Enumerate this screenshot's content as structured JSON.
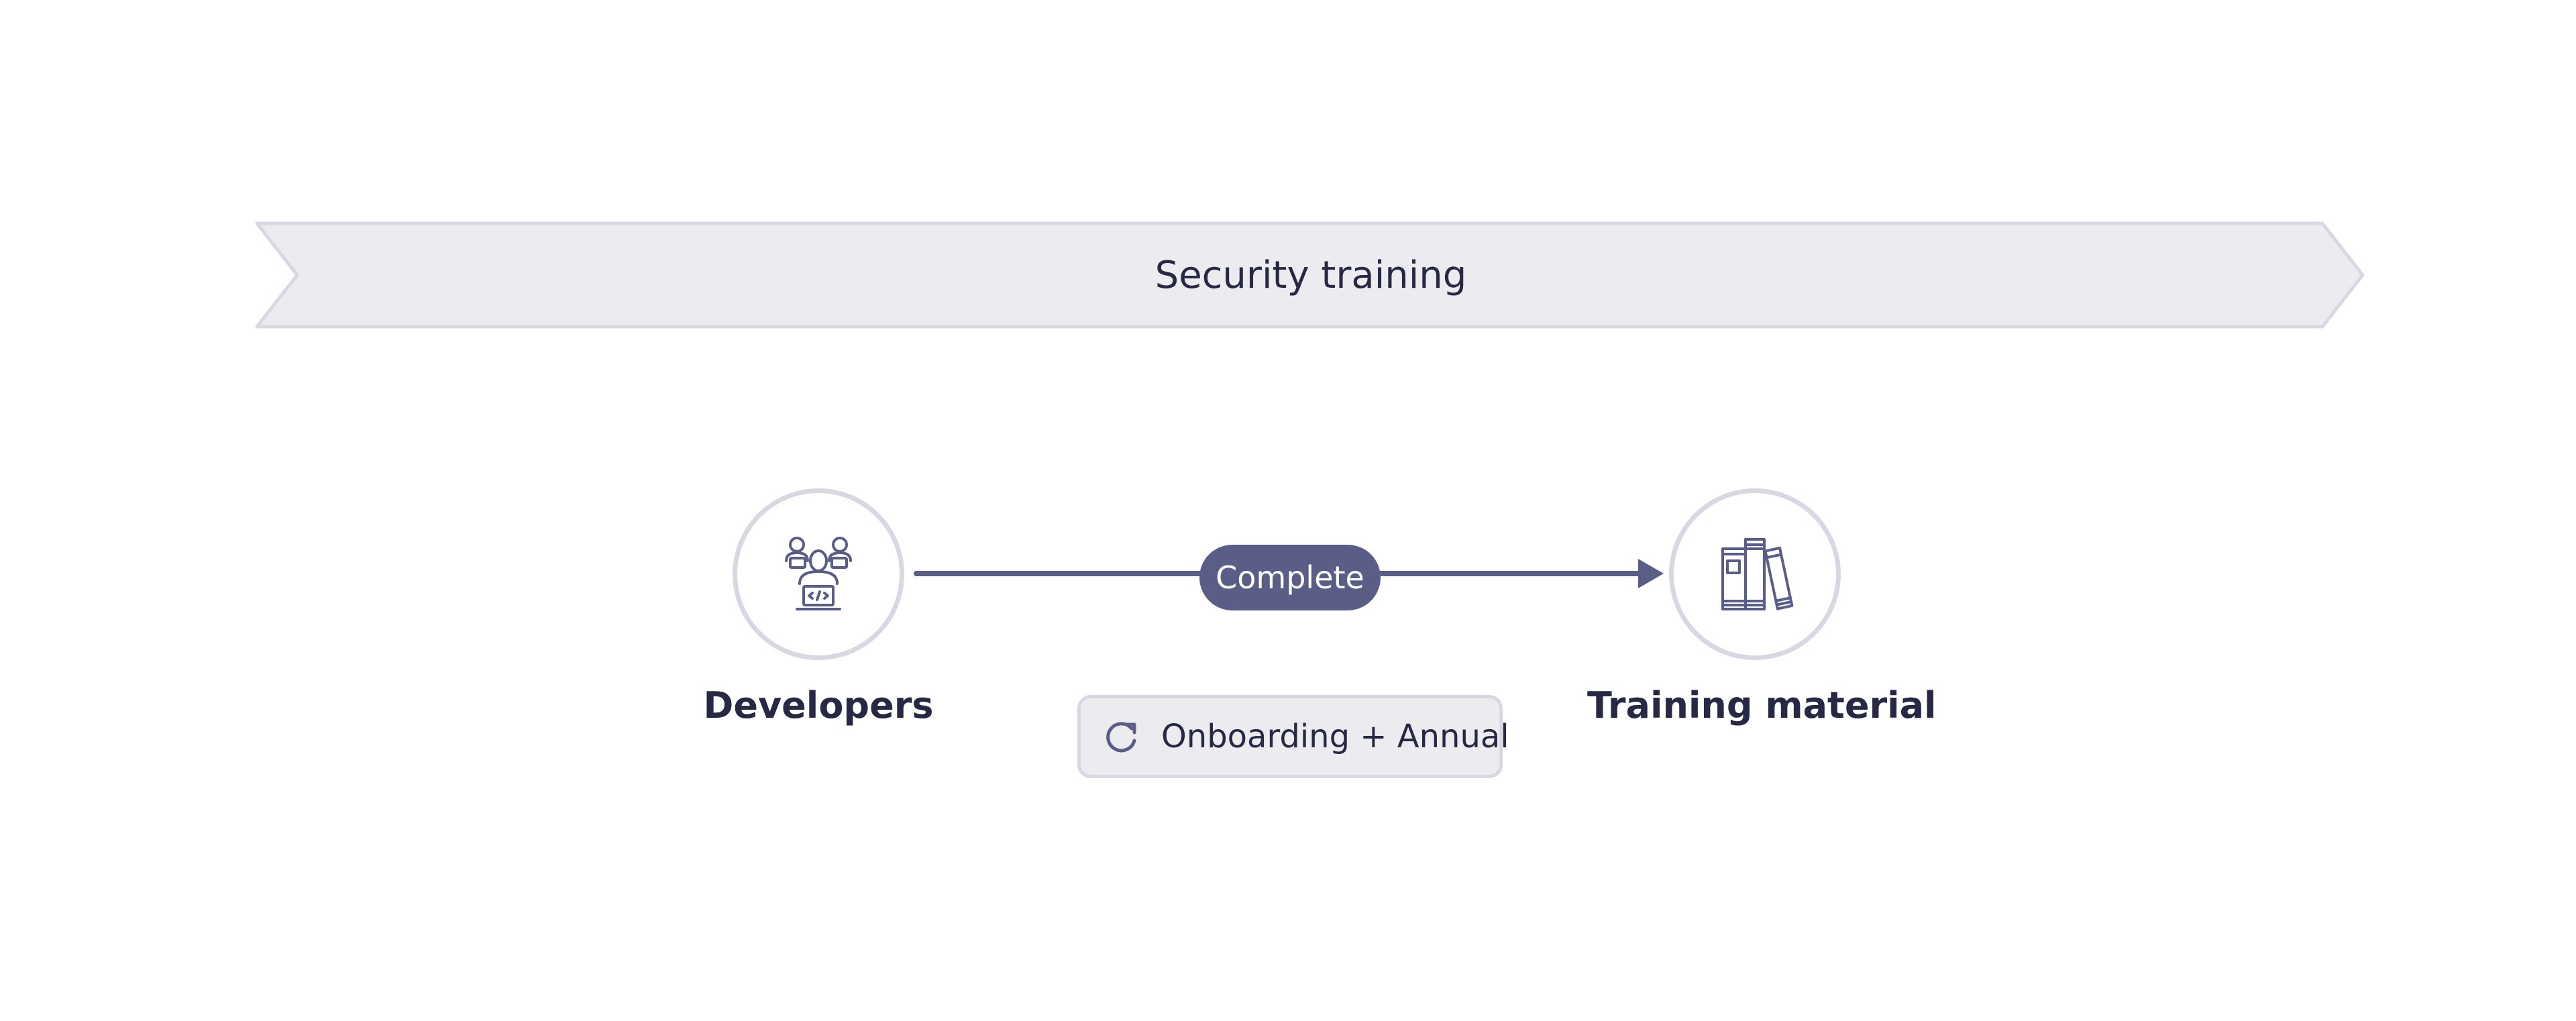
{
  "banner": {
    "title": "Security training"
  },
  "source_node": {
    "label": "Developers",
    "icon": "developers-icon"
  },
  "target_node": {
    "label": "Training material",
    "icon": "books-icon"
  },
  "edge": {
    "label": "Complete"
  },
  "frequency": {
    "text": "Onboarding + Annual",
    "icon": "refresh-icon"
  },
  "colors": {
    "banner_fill": "#ebebf0",
    "banner_stroke": "#d8d7e2",
    "accent": "#5a5d85",
    "text": "#262844",
    "circle_stroke": "#d8d7e2"
  }
}
